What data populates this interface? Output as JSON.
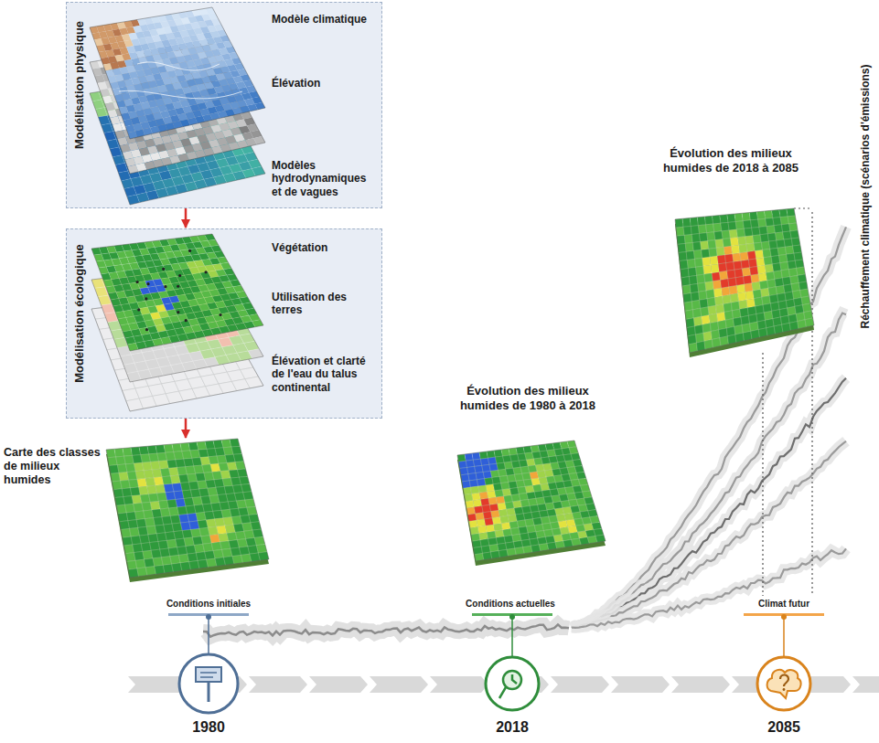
{
  "diagram": {
    "nodes": [
      {
        "text": [
          "Modélisation physique"
        ]
      },
      {
        "text": [
          "Modélisation écologique"
        ]
      },
      {
        "text": [
          "Carte des classes de milieux humides"
        ]
      },
      {
        "text": [
          "Évolution des milieux humides de 1980 à 2018"
        ]
      },
      {
        "text": [
          "Évolution des milieux humides de 2018 à 2085"
        ]
      }
    ],
    "edges": [
      {
        "from": 0,
        "to": 1,
        "arrow": "to"
      },
      {
        "from": 1,
        "to": 2,
        "arrow": "to"
      }
    ],
    "labels": [
      "Modèle climatique",
      "Élévation",
      "Modèles hydrodynamiques et de vagues",
      "Végétation",
      "Utilisation des terres",
      "Élévation et clarté de l'eau du talus continental",
      "Réchauffement climatique (scénarios d'émissions)",
      "Conditions initiales",
      "Conditions actuelles",
      "Climat futur",
      "1980",
      "2018",
      "2085"
    ]
  }
}
